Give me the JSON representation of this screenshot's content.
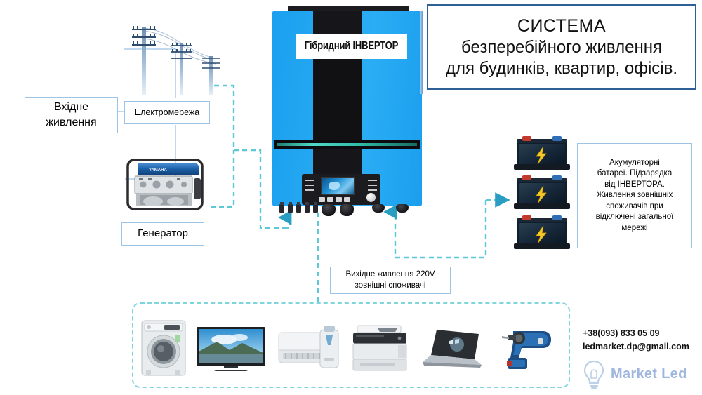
{
  "title_panel": {
    "line1": "СИСТЕМА",
    "line2": "безперебійного живлення",
    "line3": "для будинків, квартир, офісів.",
    "border_color": "#2e5f96"
  },
  "inverter": {
    "caption": "Гібридний ІНВЕРТОР",
    "body_color": "#27a9f2",
    "accent_color": "#4fd8c4"
  },
  "labels": {
    "input_power": "Вхідне\nживлення",
    "input_power_l1": "Вхідне",
    "input_power_l2": "живлення",
    "grid": "Електромережа",
    "generator": "Генератор",
    "output": "Вихідне живлення 220V\nзовнішні споживачі",
    "output_l1": "Вихідне живлення 220V",
    "output_l2": "зовнішні споживачі",
    "battery_note_l1": "Акумуляторні",
    "battery_note_l2": "батареї. Підзарядка",
    "battery_note_l3": "від ІНВЕРТОРА.",
    "battery_note_l4": "Живлення зовнішніх",
    "battery_note_l5": "споживачів при",
    "battery_note_l6": "відключені загальної",
    "battery_note_l7": "мережі",
    "box_border_color": "#9dc3e6"
  },
  "contact": {
    "phone": "+38(093) 833 05 09",
    "email": "ledmarket.dp@gmail.com",
    "brand_name": "Market Led",
    "brand_color": "#9fb6de"
  },
  "appliances": [
    {
      "name": "washing-machine"
    },
    {
      "name": "television"
    },
    {
      "name": "air-conditioner"
    },
    {
      "name": "water-heater"
    },
    {
      "name": "printer"
    },
    {
      "name": "laptop"
    },
    {
      "name": "cordless-drill"
    }
  ],
  "batteries": [
    {
      "name": "battery-1"
    },
    {
      "name": "battery-2"
    },
    {
      "name": "battery-3"
    }
  ],
  "flow": {
    "line_color": "#5ec8d8",
    "arrow_color": "#2a9ec2",
    "dash": "7 5"
  }
}
